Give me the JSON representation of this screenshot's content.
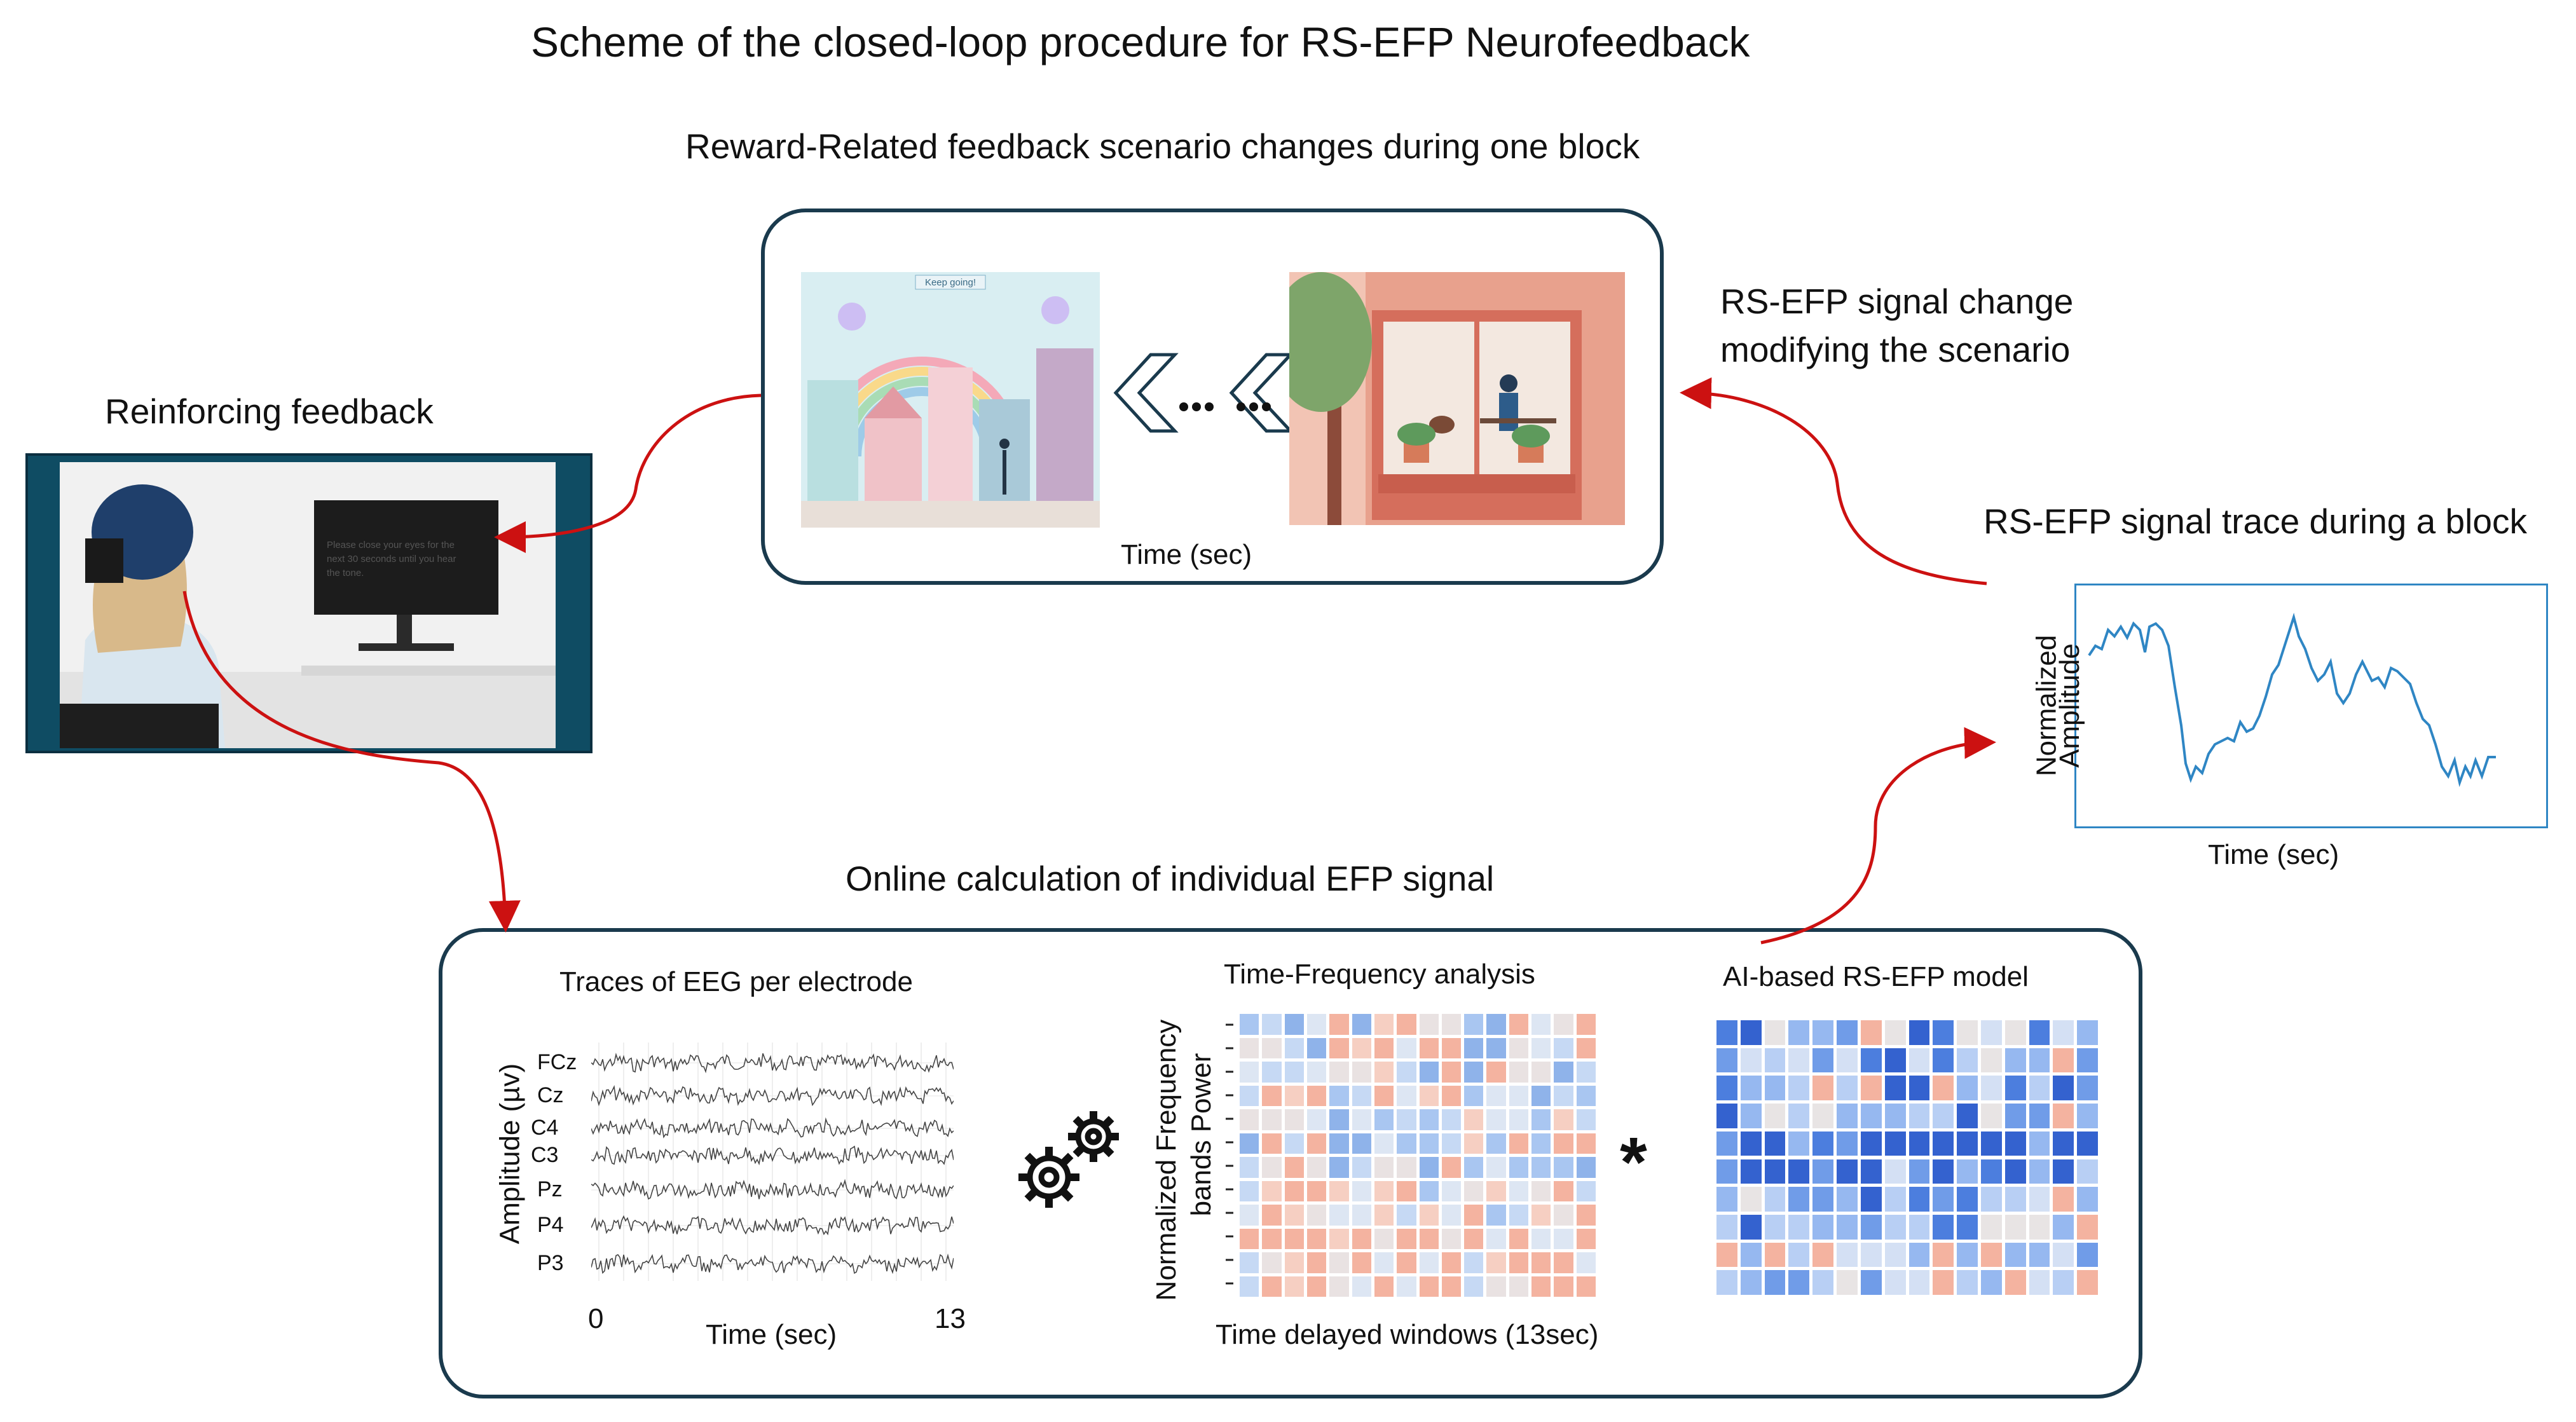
{
  "title": "Scheme of the closed-loop procedure for RS-EFP Neurofeedback",
  "scenario": {
    "heading": "Reward-Related feedback scenario changes during one block",
    "banner_text": "Keep going!",
    "time_label": "Time (sec)"
  },
  "signal_change": {
    "line1": "RS-EFP signal change",
    "line2": "modifying the scenario"
  },
  "reinforcing": {
    "heading": "Reinforcing feedback",
    "monitor_text_1": "Please close your eyes for the",
    "monitor_text_2": "next 30 seconds until you hear",
    "monitor_text_3": "the tone."
  },
  "trace": {
    "heading": "RS-EFP signal trace during a block",
    "ylabel_1": "Normalized",
    "ylabel_2": "Amplitude",
    "xlabel": "Time (sec)",
    "color": "#2f86c4"
  },
  "online": {
    "heading": "Online calculation of individual EFP signal",
    "eeg": {
      "heading": "Traces of EEG per electrode",
      "ylabel": "Amplitude (µv)",
      "xlabel": "Time (sec)",
      "x_start": "0",
      "x_end": "13",
      "electrodes": [
        "FCz",
        "Cz",
        "C4",
        "C3",
        "Pz",
        "P4",
        "P3"
      ]
    },
    "tf": {
      "heading": "Time-Frequency analysis",
      "ylabel_1": "Normalized Frequency",
      "ylabel_2": "bands Power",
      "xlabel": "Time delayed windows (13sec)"
    },
    "operator": "*",
    "model": {
      "heading": "AI-based RS-EFP model"
    },
    "gears_icon": "gears-icon"
  },
  "colors": {
    "border": "#1a3a4d",
    "arrow": "#cc1111",
    "blue_strong": "#3d6fd6",
    "red_soft": "#f3b8a6"
  }
}
